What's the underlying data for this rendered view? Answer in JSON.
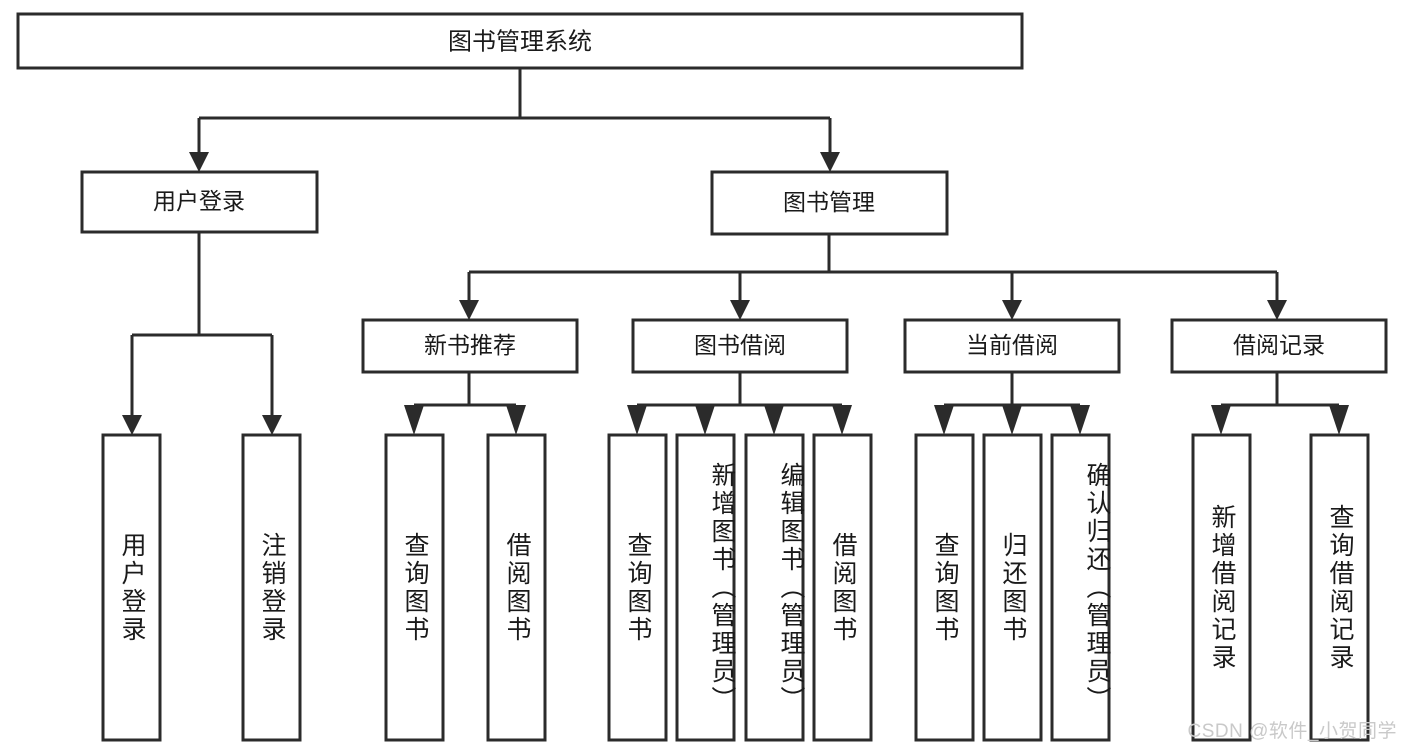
{
  "diagram": {
    "title": "图书管理系统",
    "type": "tree-hierarchy-chart",
    "root": {
      "label": "图书管理系统"
    },
    "level2": [
      {
        "label": "用户登录"
      },
      {
        "label": "图书管理"
      }
    ],
    "level3": [
      {
        "label": "新书推荐"
      },
      {
        "label": "图书借阅"
      },
      {
        "label": "当前借阅"
      },
      {
        "label": "借阅记录"
      }
    ],
    "leaves": {
      "user_login": [
        {
          "label": "用户登录"
        },
        {
          "label": "注销登录"
        }
      ],
      "new_book_recommend": [
        {
          "label": "查询图书"
        },
        {
          "label": "借阅图书"
        }
      ],
      "book_borrow": [
        {
          "label": "查询图书"
        },
        {
          "label": "新增图书（管理员）"
        },
        {
          "label": "编辑图书（管理员）"
        },
        {
          "label": "借阅图书"
        }
      ],
      "current_borrow": [
        {
          "label": "查询图书"
        },
        {
          "label": "归还图书"
        },
        {
          "label": "确认归还（管理员）"
        }
      ],
      "borrow_record": [
        {
          "label": "新增借阅记录"
        },
        {
          "label": "查询借阅记录"
        }
      ]
    }
  },
  "watermark": {
    "text": "CSDN @软件_小贺同学"
  },
  "colors": {
    "background": "#ffffff",
    "box_fill": "#ffffff",
    "box_stroke": "#2b2b2b",
    "text": "#1a1a1a",
    "watermark": "#c9c9c9"
  }
}
